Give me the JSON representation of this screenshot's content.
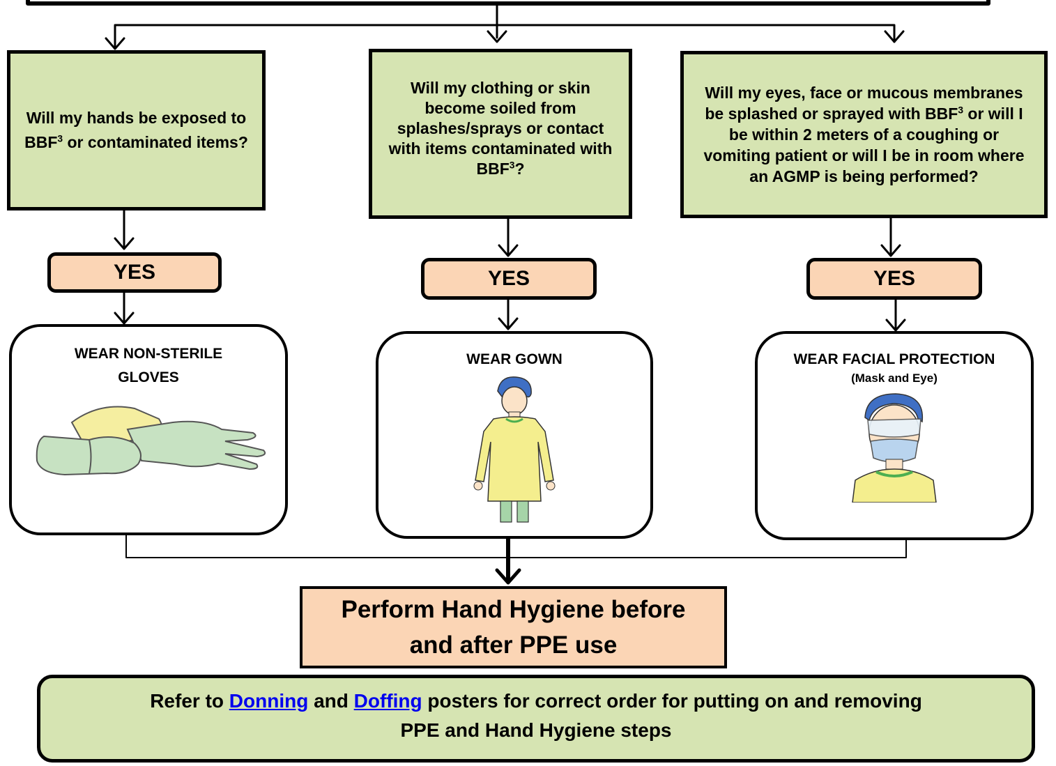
{
  "questions": [
    {
      "text": "Will my hands be exposed to BBF",
      "sup": "3",
      "tail": " or contaminated items?"
    },
    {
      "text": "Will my clothing or skin become soiled from splashes/sprays or contact with items contaminated with BBF",
      "sup": "3",
      "tail": "?"
    },
    {
      "text": "Will my eyes, face or mucous membranes be splashed or sprayed with BBF",
      "sup": "3",
      "tail": " or will I be within 2 meters of a coughing or vomiting patient or will I be in room where an AGMP is being performed?"
    }
  ],
  "yes_label": "YES",
  "actions": [
    {
      "title": "WEAR NON-STERILE GLOVES",
      "subtitle": "",
      "icon": "gloves-icon"
    },
    {
      "title": "WEAR GOWN",
      "subtitle": "",
      "icon": "gown-icon"
    },
    {
      "title": "WEAR FACIAL PROTECTION",
      "subtitle": "(Mask and Eye)",
      "icon": "face-protection-icon"
    }
  ],
  "hygiene": "Perform Hand Hygiene before and after PPE use",
  "footer": {
    "prefix": "Refer to ",
    "link1": "Donning",
    "middle": " and ",
    "link2": "Doffing",
    "suffix": " posters for correct order for putting on and removing PPE and Hand Hygiene steps"
  },
  "colors": {
    "question_fill": "#d6e4b2",
    "yes_fill": "#fbd5b5",
    "link": "#0000ee"
  }
}
